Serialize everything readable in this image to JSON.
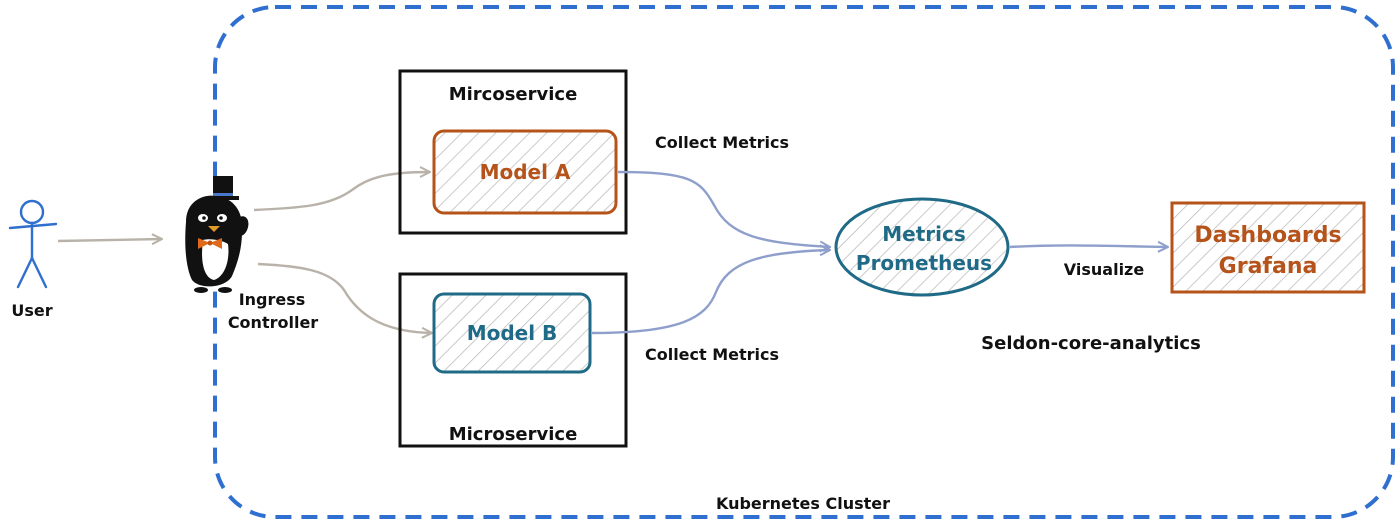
{
  "cluster": {
    "label": "Kubernetes Cluster",
    "border_color": "#2f6fd0"
  },
  "user": {
    "label": "User",
    "color": "#2f6fd0"
  },
  "ingress": {
    "label_line1": "Ingress",
    "label_line2": "Controller",
    "icon": "penguin-tophat-icon",
    "bowtie_color": "#e06a1b"
  },
  "microservice_top": {
    "title": "Mircoservice",
    "model": {
      "label": "Model A",
      "color": "#b5531a"
    }
  },
  "microservice_bottom": {
    "title": "Microservice",
    "model": {
      "label": "Model B",
      "color": "#1f6a86"
    }
  },
  "edges": {
    "collect_metrics_top": "Collect Metrics",
    "collect_metrics_bottom": "Collect Metrics",
    "visualize": "Visualize"
  },
  "prometheus": {
    "label_line1": "Metrics",
    "label_line2": "Prometheus",
    "color": "#1f6a86"
  },
  "grafana": {
    "label_line1": "Dashboards",
    "label_line2": "Grafana",
    "color": "#b5531a"
  },
  "analytics": {
    "label": "Seldon-core-analytics"
  }
}
